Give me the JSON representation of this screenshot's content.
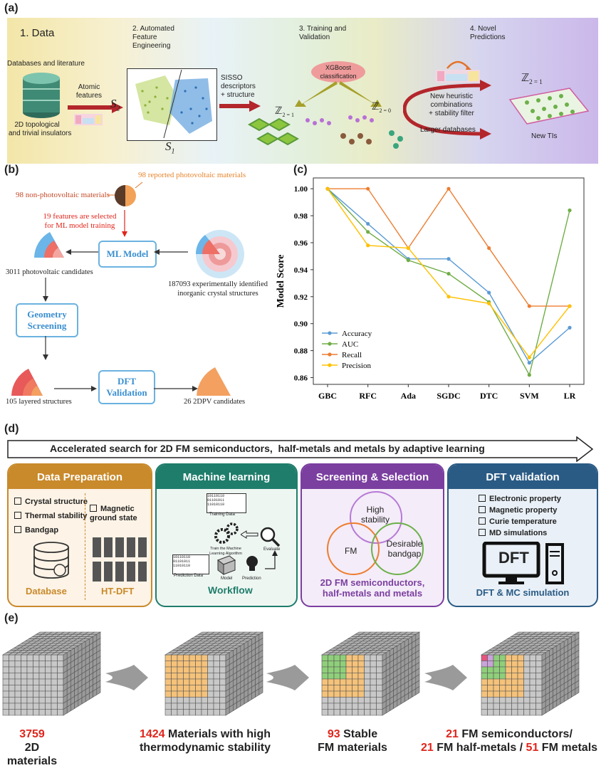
{
  "panel_labels": {
    "a": "(a)",
    "b": "(b)",
    "c": "(c)",
    "d": "(d)",
    "e": "(e)"
  },
  "panel_a": {
    "step1": "1. Data",
    "step2": "2. Automated\nFeature\nEngineering",
    "step3": "3. Training and\nValidation",
    "step4": "4. Novel\nPredictions",
    "databases": "Databases and literature",
    "atomic_features": "Atomic\nfeatures",
    "insulators": "2D topological\nand trivial insulators",
    "s2": "S",
    "s2_sub": "2",
    "s1": "S",
    "s1_sub": "1",
    "sisso": "SISSO\ndescriptors\n+ structure",
    "xgboost": "XGBoost\nclassification",
    "z1": "ℤ",
    "z1_sub": "2 = 1",
    "z0": "ℤ",
    "z0_sub": "2 = 0",
    "z1_right": "ℤ",
    "z1_right_sub": "2 = 1",
    "heuristic": "New heuristic\ncombinations\n+ stability filter",
    "larger_db": "Larger databases",
    "new_tis": "New TIs"
  },
  "panel_b": {
    "reported": "98 reported photovoltaic materials",
    "non_pv": "98 non-photovoltaic materials",
    "features": "19 features are selected\nfor ML model training",
    "ml_model": "ML Model",
    "candidates": "3011 photovoltaic candidates",
    "experimental": "187093 experimentally identified\ninorganic crystal structures",
    "geometry": "Geometry\nScreening",
    "dft": "DFT\nValidation",
    "layered": "105 layered structures",
    "dpv": "26 2DPV candidates"
  },
  "chart_data": {
    "type": "line",
    "categories": [
      "GBC",
      "RFC",
      "Ada",
      "SGDC",
      "DTC",
      "SVM",
      "LR"
    ],
    "ylabel": "Model Score",
    "ylim": [
      0.855,
      1.008
    ],
    "yticks": [
      "0.86",
      "0.88",
      "0.90",
      "0.92",
      "0.94",
      "0.96",
      "0.98",
      "1.00"
    ],
    "legend_position": "lower-left",
    "series": [
      {
        "name": "Accuracy",
        "color": "#5b9bd5",
        "values": [
          1.0,
          0.974,
          0.948,
          0.948,
          0.923,
          0.871,
          0.897
        ]
      },
      {
        "name": "AUC",
        "color": "#70ad47",
        "values": [
          1.0,
          0.968,
          0.947,
          0.937,
          0.916,
          0.862,
          0.984
        ]
      },
      {
        "name": "Recall",
        "color": "#ed7d31",
        "values": [
          1.0,
          1.0,
          0.956,
          1.0,
          0.956,
          0.913,
          0.913
        ]
      },
      {
        "name": "Precision",
        "color": "#ffc000",
        "values": [
          1.0,
          0.958,
          0.956,
          0.92,
          0.915,
          0.875,
          0.913
        ]
      }
    ]
  },
  "panel_d": {
    "banner": "Accelerated search for 2D FM semiconductors,  half-metals and metals by adaptive learning",
    "box1": {
      "title": "Data Preparation",
      "items": [
        "Crystal structure",
        "Thermal stability",
        "Bandgap"
      ],
      "item_right": "Magnetic\nground state",
      "footer_left": "Database",
      "footer_right": "HT-DFT",
      "color": "#c98a2b"
    },
    "box2": {
      "title": "Machine learning",
      "footer": "Workflow",
      "training": "Training Data",
      "train_algo": "Train the Machine\nLearning Algorithm",
      "prediction_data": "Prediction Data",
      "model": "Model",
      "prediction": "Prediction",
      "evaluate": "Evaluate",
      "color": "#1f7d6b"
    },
    "box3": {
      "title": "Screening & Selection",
      "high": "High\nstability",
      "fm": "FM",
      "bandgap": "Desirable\nbandgap",
      "footer": "2D FM semiconductors,\nhalf-metals and metals",
      "color": "#7b3fa0"
    },
    "box4": {
      "title": "DFT validation",
      "items": [
        "Electronic property",
        "Magnetic property",
        "Curie temperature",
        "MD simulations"
      ],
      "monitor": "DFT",
      "footer": "DFT & MC simulation",
      "color": "#2a5b85"
    }
  },
  "panel_e": {
    "stage1_num": "3759",
    "stage1_text": "2D materials",
    "stage2_num": "1424",
    "stage2_text1": " Materials with high",
    "stage2_text2": "thermodynamic stability",
    "stage3_num": "93",
    "stage3_text1": " Stable",
    "stage3_text2": "FM materials",
    "stage4_num1": "21",
    "stage4_text1": " FM semiconductors/",
    "stage4_num2": "21",
    "stage4_text2": " FM half-metals / ",
    "stage4_num3": "51",
    "stage4_text3": " FM metals"
  }
}
